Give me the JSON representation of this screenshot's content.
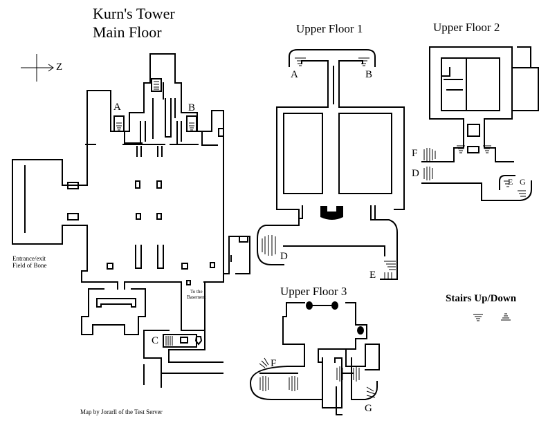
{
  "main_floor": {
    "title_line1": "Kurn's Tower",
    "title_line2": "Main Floor",
    "compass_label": "Z",
    "marker_a": "A",
    "marker_b": "B",
    "marker_c": "C",
    "entrance_line1": "Entrance/exit",
    "entrance_line2": "Field of Bone",
    "basement_line1": "To the",
    "basement_line2": "Basement"
  },
  "upper_floor_1": {
    "title": "Upper Floor 1",
    "marker_a": "A",
    "marker_b": "B",
    "marker_d": "D",
    "marker_e": "E"
  },
  "upper_floor_2": {
    "title": "Upper Floor 2",
    "marker_f": "F",
    "marker_d": "D",
    "marker_e": "E",
    "marker_g": "G"
  },
  "upper_floor_3": {
    "title": "Upper Floor 3",
    "marker_f": "F",
    "marker_g": "G"
  },
  "legend": {
    "title": "Stairs Up/Down",
    "stairs_down_icon": "stairs-down-icon",
    "stairs_up_icon": "stairs-up-icon"
  },
  "credit": "Map by Jorarll of the Test Server"
}
